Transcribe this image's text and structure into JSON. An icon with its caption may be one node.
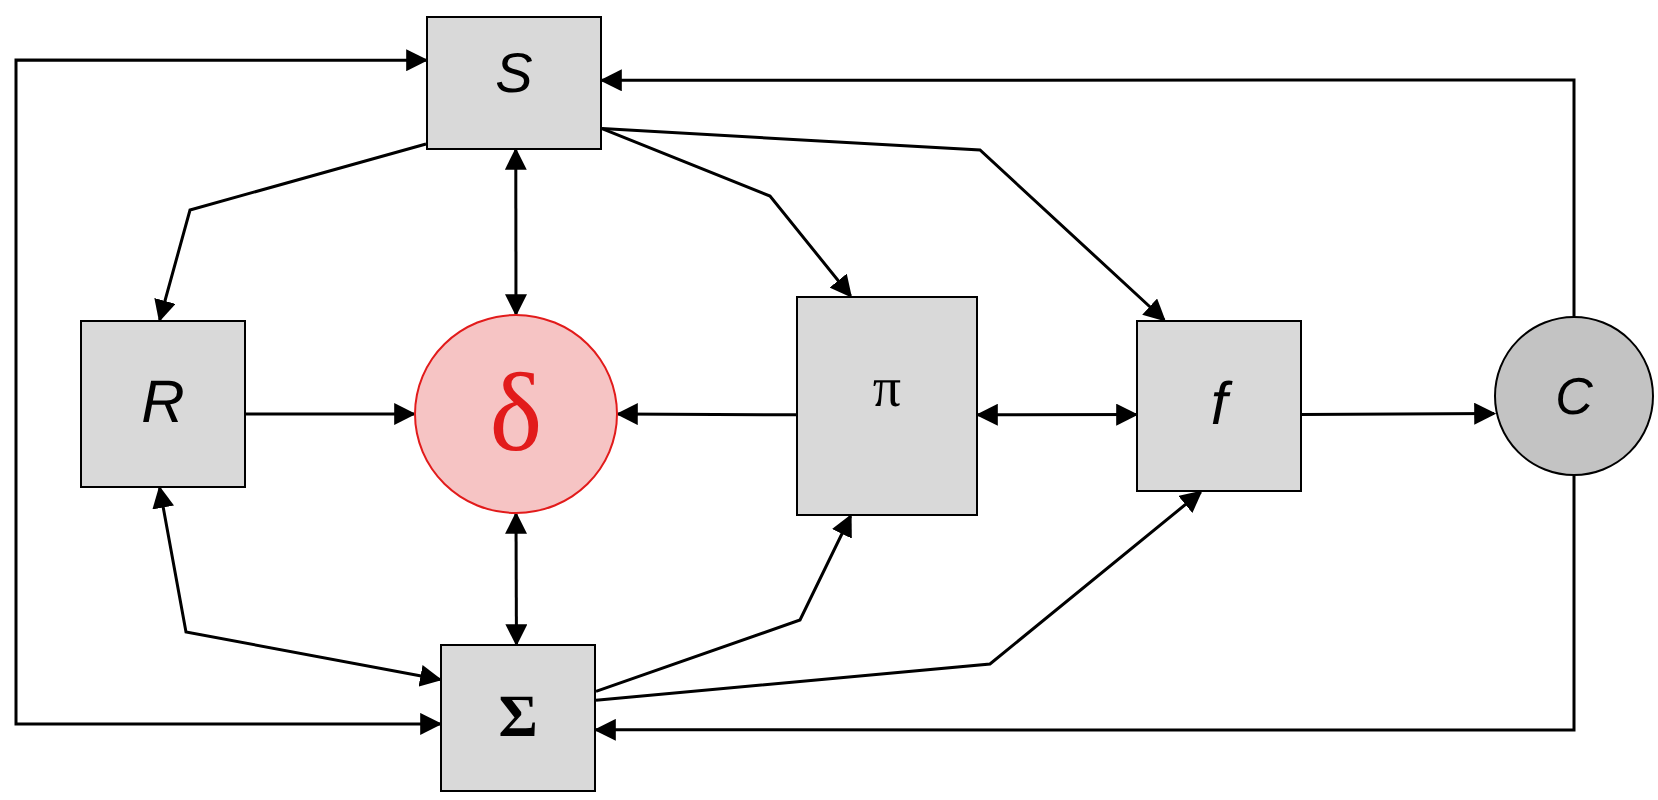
{
  "diagram": {
    "nodes": [
      {
        "text": [
          "S"
        ]
      },
      {
        "text": [
          "R"
        ]
      },
      {
        "text": [
          "δ"
        ]
      },
      {
        "text": [
          "π"
        ]
      },
      {
        "text": [
          "f"
        ]
      },
      {
        "text": [
          "C"
        ]
      },
      {
        "text": [
          "Σ"
        ]
      }
    ],
    "edges": [
      {
        "from": 0,
        "to": 1,
        "arrow": "to"
      },
      {
        "from": 0,
        "to": 2,
        "arrow": "both"
      },
      {
        "from": 0,
        "to": 3,
        "arrow": "to"
      },
      {
        "from": 0,
        "to": 4,
        "arrow": "to"
      },
      {
        "from": 5,
        "to": 0,
        "arrow": "to"
      },
      {
        "from": 0,
        "to": 6,
        "arrow": "both"
      },
      {
        "from": 1,
        "to": 2,
        "arrow": "to"
      },
      {
        "from": 3,
        "to": 2,
        "arrow": "to"
      },
      {
        "from": 3,
        "to": 4,
        "arrow": "both"
      },
      {
        "from": 4,
        "to": 5,
        "arrow": "to"
      },
      {
        "from": 1,
        "to": 6,
        "arrow": "both"
      },
      {
        "from": 2,
        "to": 6,
        "arrow": "both"
      },
      {
        "from": 6,
        "to": 3,
        "arrow": "to"
      },
      {
        "from": 6,
        "to": 4,
        "arrow": "to"
      },
      {
        "from": 5,
        "to": 6,
        "arrow": "to"
      }
    ]
  }
}
